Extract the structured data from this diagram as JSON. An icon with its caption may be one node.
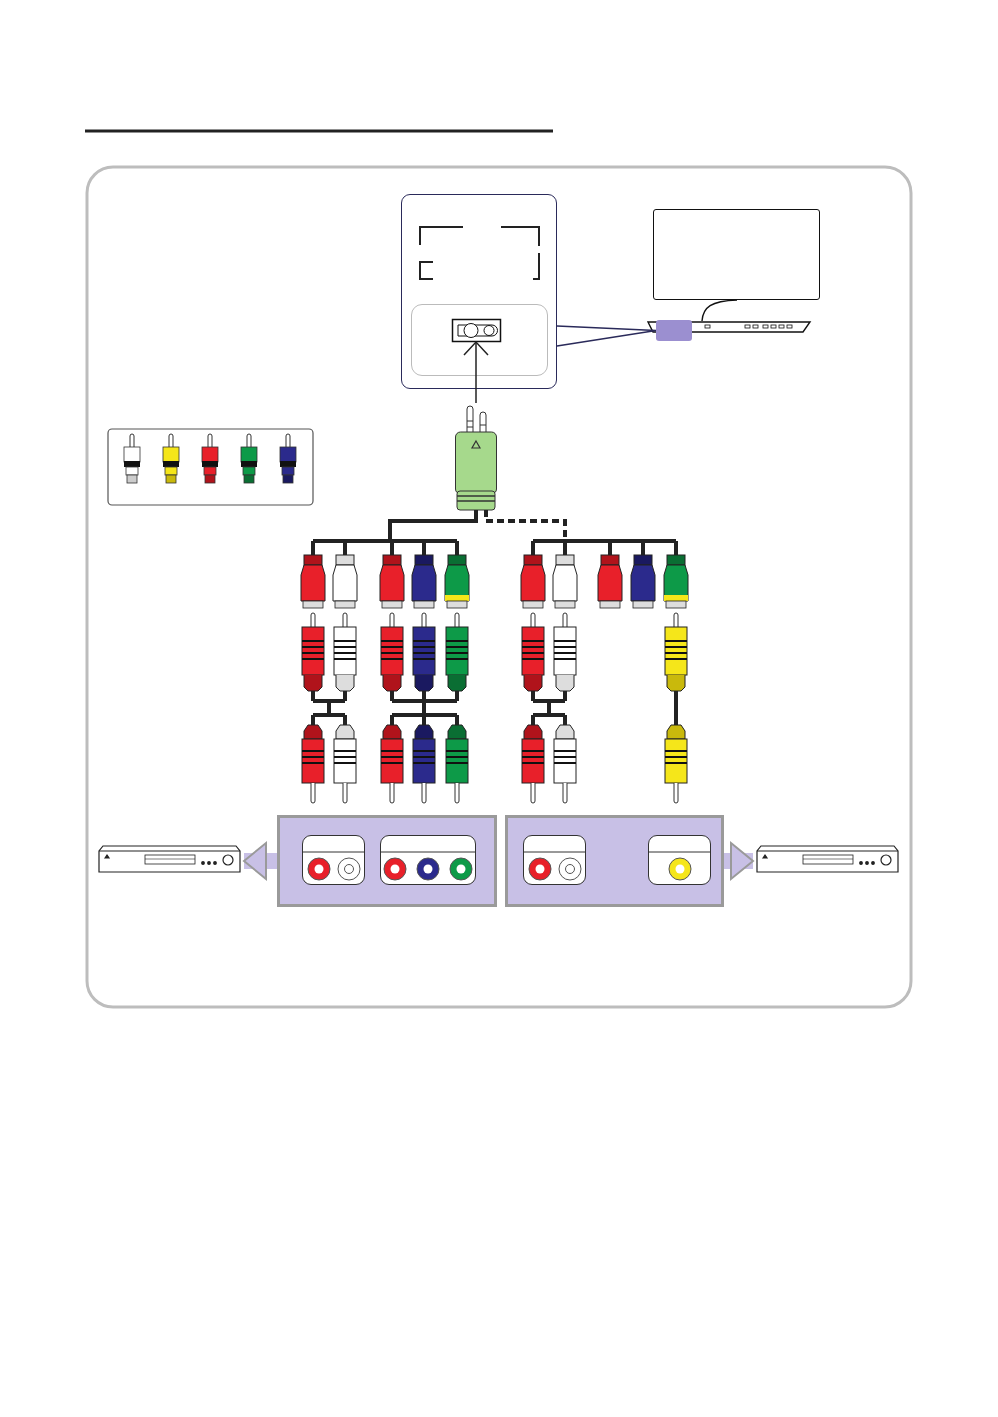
{
  "diagram": {
    "nodes": [
      {
        "text": [],
        "shape": "box"
      },
      {
        "text": [],
        "shape": "box",
        "in": 0
      },
      {
        "text": [],
        "shape": "picture",
        "in": 1
      },
      {
        "text": [],
        "shape": "box"
      },
      {
        "text": [],
        "shape": "box"
      },
      {
        "text": [],
        "shape": "picture"
      },
      {
        "text": [],
        "shape": "picture"
      },
      {
        "text": [],
        "shape": "picture"
      },
      {
        "text": [],
        "shape": "box"
      },
      {
        "text": [],
        "shape": "box"
      },
      {
        "text": [],
        "shape": "picture"
      },
      {
        "text": [],
        "shape": "picture"
      }
    ],
    "edges": [
      {
        "from": 5,
        "to": 2,
        "arrow": "to"
      },
      {
        "from": 0,
        "to": 4,
        "arrow": "none",
        "color": "#2a2a5a"
      },
      {
        "from": 5,
        "to": 6,
        "arrow": "none"
      },
      {
        "from": 5,
        "to": 7,
        "arrow": "none",
        "style": "dashed"
      },
      {
        "from": 8,
        "to": 10,
        "arrow": "to",
        "style": "thick",
        "color": "#c8c0e6"
      },
      {
        "from": 9,
        "to": 11,
        "arrow": "to",
        "style": "thick",
        "color": "#c8c0e6"
      }
    ]
  }
}
